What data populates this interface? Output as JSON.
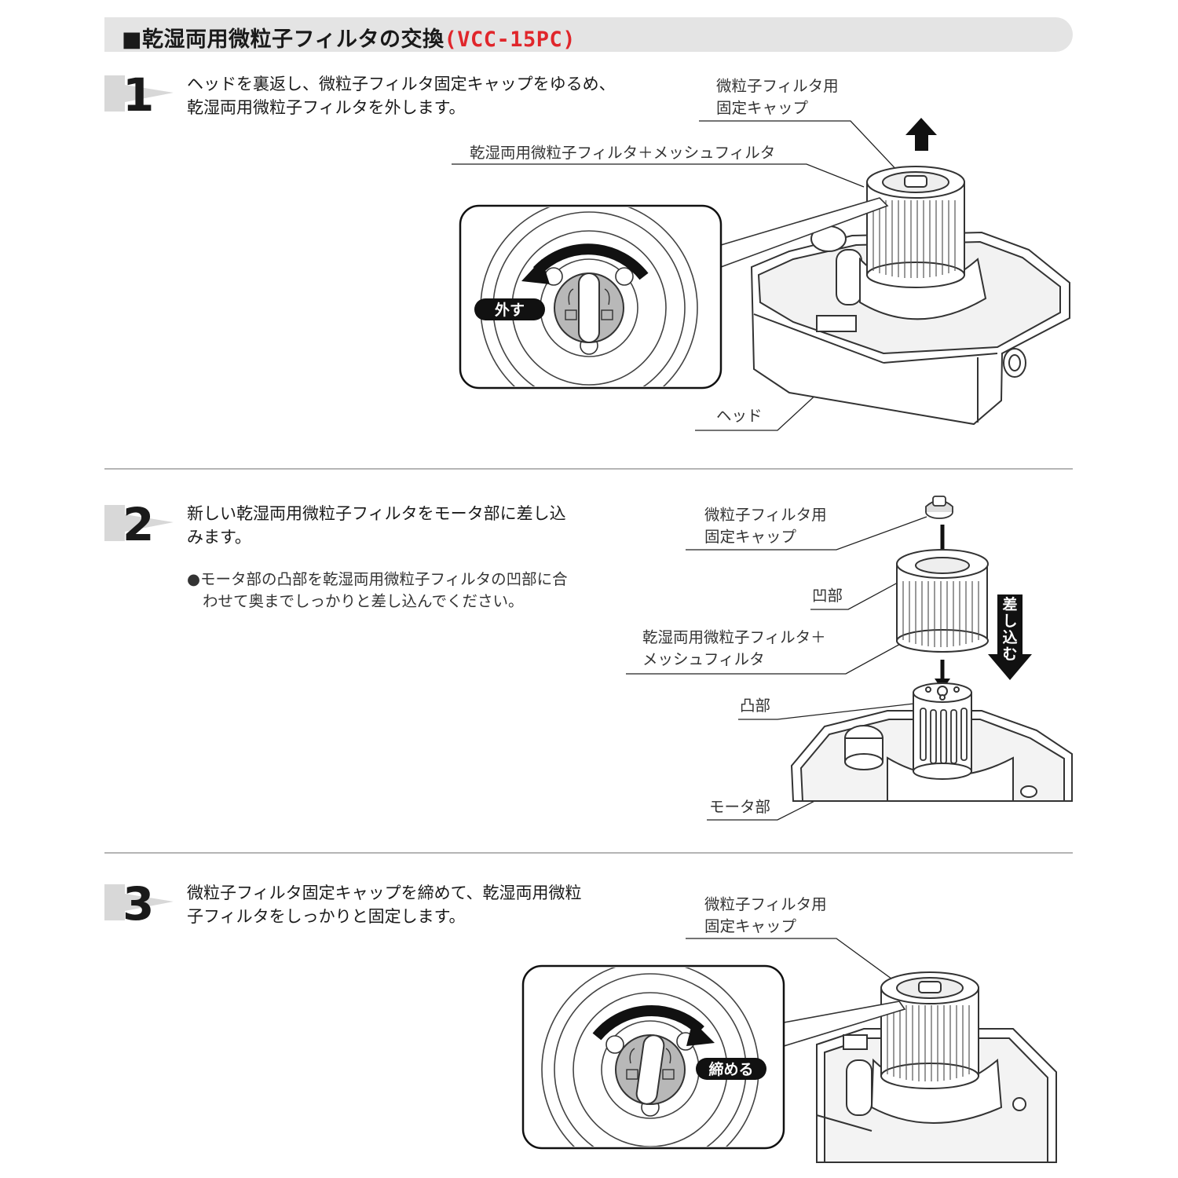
{
  "header": {
    "marker": "■",
    "title": "乾湿両用微粒子フィルタの交換",
    "model": "(VCC-15PC)"
  },
  "steps": [
    {
      "number": "1",
      "text": [
        "ヘッドを裏返し、微粒子フィルタ固定キャップをゆるめ、",
        "乾湿両用微粒子フィルタを外します。"
      ],
      "labels": {
        "cap": [
          "微粒子フィルタ用",
          "固定キャップ"
        ],
        "filter": "乾湿両用微粒子フィルタ＋メッシュフィルタ",
        "head": "ヘッド",
        "action": "外す"
      }
    },
    {
      "number": "2",
      "text": [
        "新しい乾湿両用微粒子フィルタをモータ部に差し込",
        "みます。"
      ],
      "note": [
        "●モータ部の凸部を乾湿両用微粒子フィルタの凹部に合",
        "わせて奥までしっかりと差し込んでください。"
      ],
      "labels": {
        "cap": [
          "微粒子フィルタ用",
          "固定キャップ"
        ],
        "recess": "凹部",
        "filter": [
          "乾湿両用微粒子フィルタ＋",
          "メッシュフィルタ"
        ],
        "protrusion": "凸部",
        "motor": "モータ部",
        "insert": [
          "差",
          "し",
          "込",
          "む"
        ]
      }
    },
    {
      "number": "3",
      "text": [
        "微粒子フィルタ固定キャップを締めて、乾湿両用微粒",
        "子フィルタをしっかりと固定します。"
      ],
      "labels": {
        "cap": [
          "微粒子フィルタ用",
          "固定キャップ"
        ],
        "action": "締める"
      }
    }
  ]
}
